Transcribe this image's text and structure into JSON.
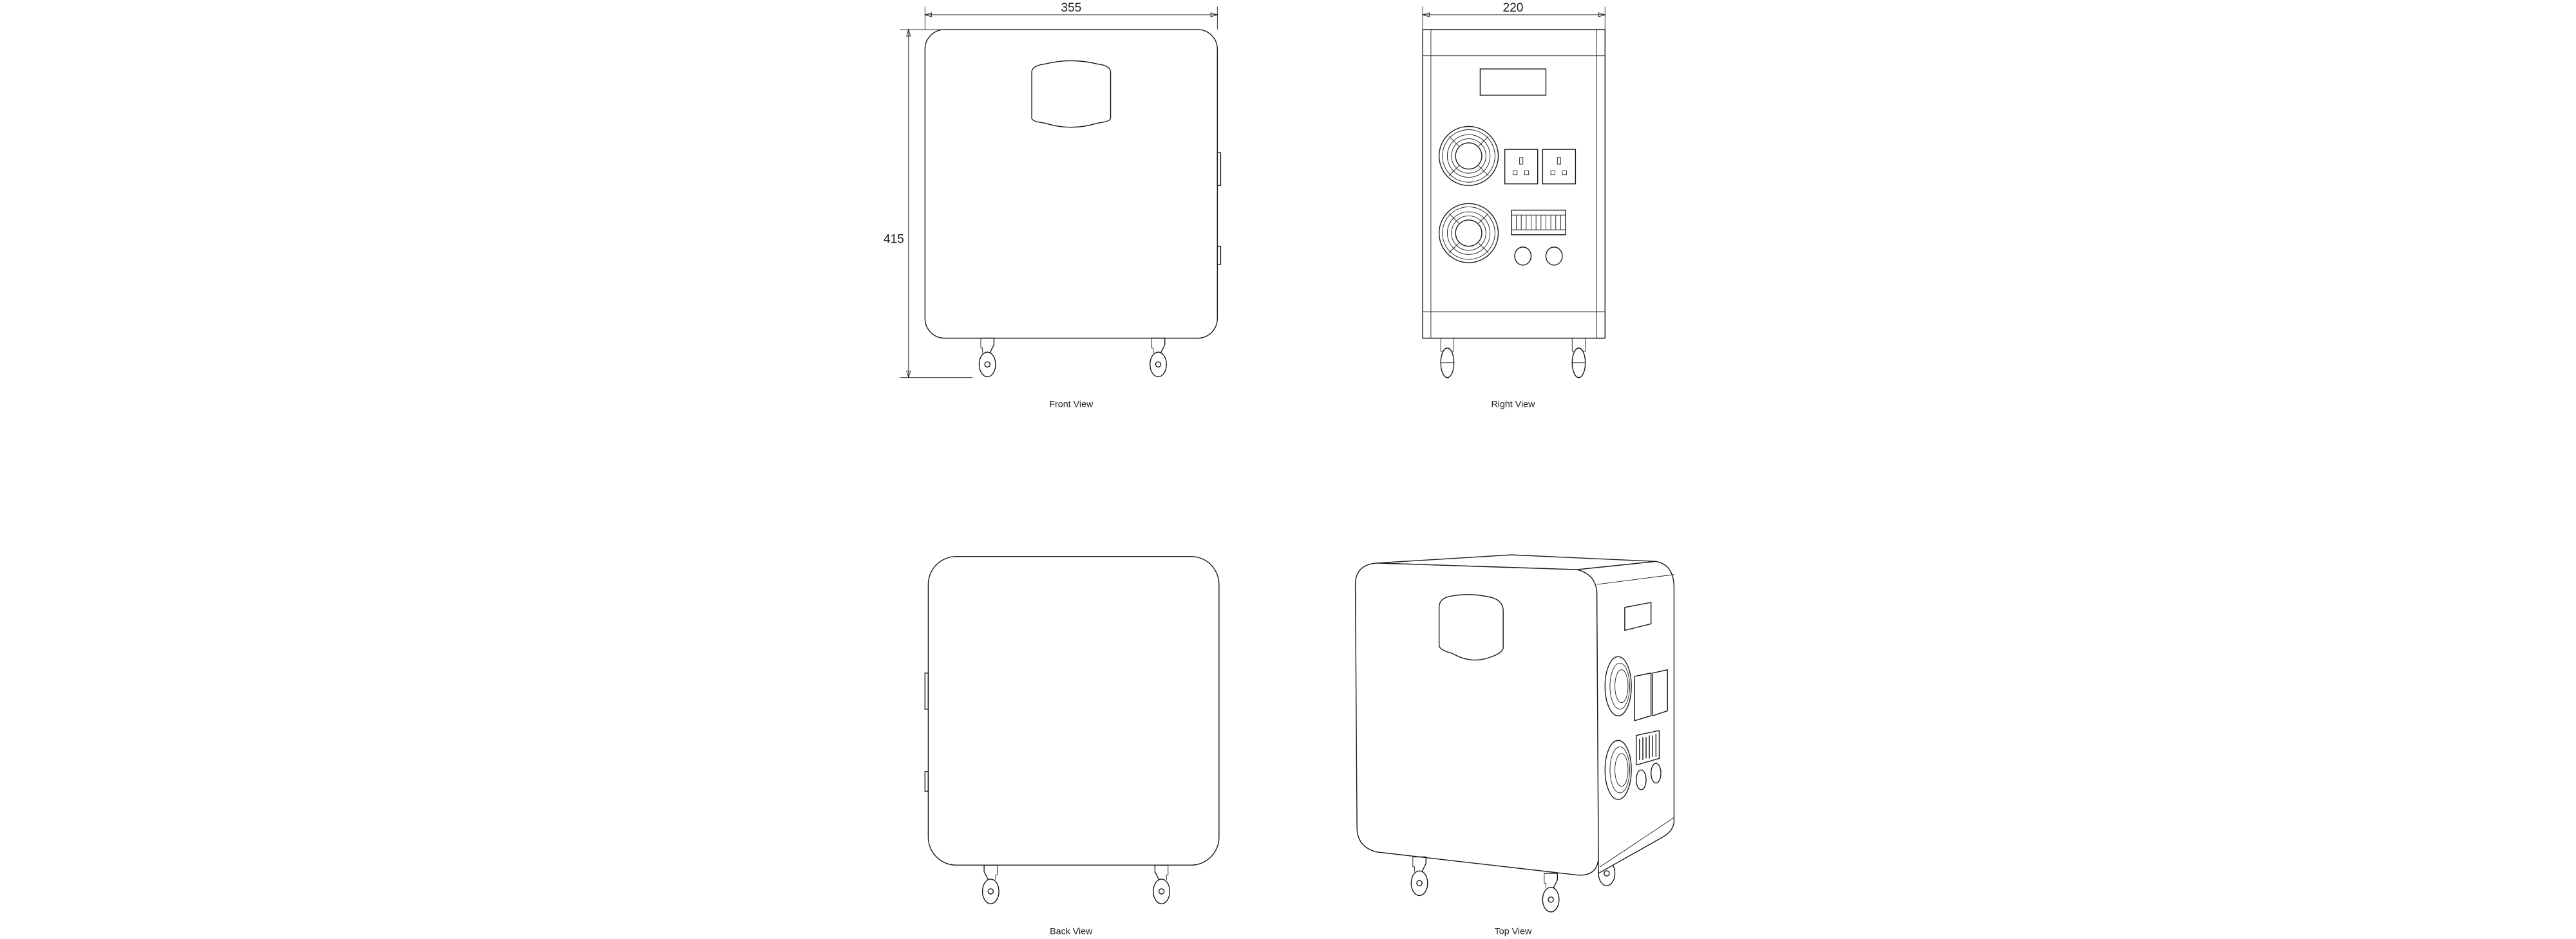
{
  "dimensions": {
    "width": "355",
    "height": "415",
    "depth": "220"
  },
  "views": {
    "front": {
      "label": "Front View"
    },
    "right": {
      "label": "Right View"
    },
    "back": {
      "label": "Back View"
    },
    "top": {
      "label": "Top View"
    }
  },
  "colors": {
    "line": "#1a1a1a",
    "background": "#ffffff"
  }
}
